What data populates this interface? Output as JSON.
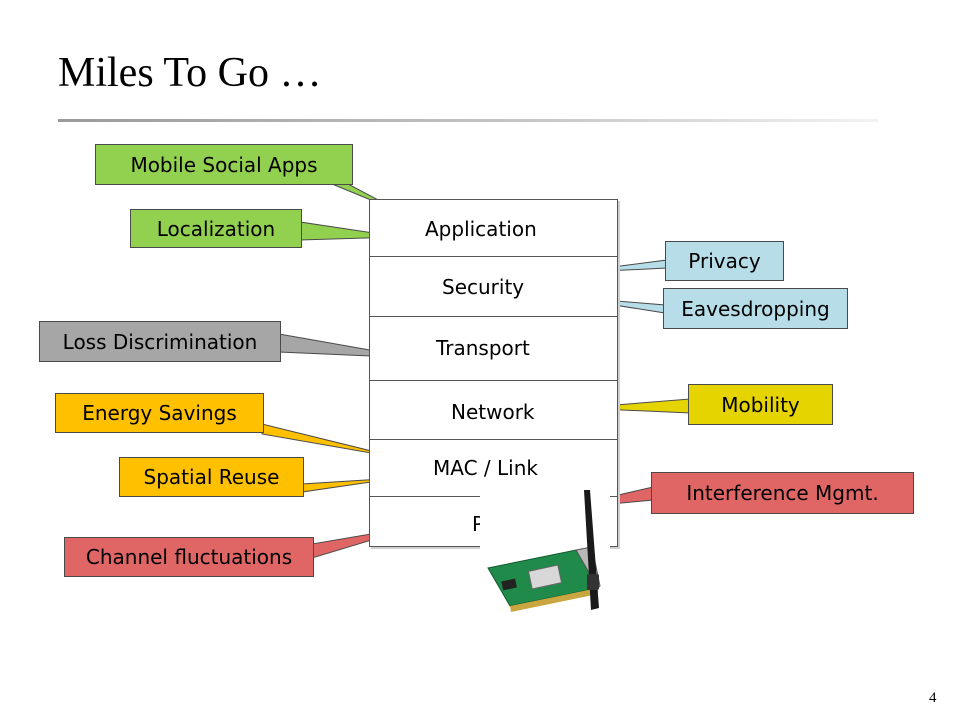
{
  "slide": {
    "title": "Miles To Go …",
    "page_number": "4"
  },
  "stack_layers": [
    {
      "label": "Application"
    },
    {
      "label": "Security"
    },
    {
      "label": "Transport"
    },
    {
      "label": "Network"
    },
    {
      "label": "MAC / Link"
    },
    {
      "label": "PHY"
    }
  ],
  "callouts": [
    {
      "label": "Mobile Social Apps",
      "color": "#92d050"
    },
    {
      "label": "Localization",
      "color": "#92d050"
    },
    {
      "label": "Loss Discrimination",
      "color": "#a6a6a6"
    },
    {
      "label": "Energy Savings",
      "color": "#ffc000"
    },
    {
      "label": "Spatial Reuse",
      "color": "#ffc000"
    },
    {
      "label": "Channel fluctuations",
      "color": "#e06666"
    },
    {
      "label": "Privacy",
      "color": "#b7dde8"
    },
    {
      "label": "Eavesdropping",
      "color": "#b7dde8"
    },
    {
      "label": "Mobility",
      "color": "#e6d400"
    },
    {
      "label": "Interference Mgmt.",
      "color": "#e06666"
    }
  ],
  "image": {
    "icon": "wireless-nic-icon"
  }
}
